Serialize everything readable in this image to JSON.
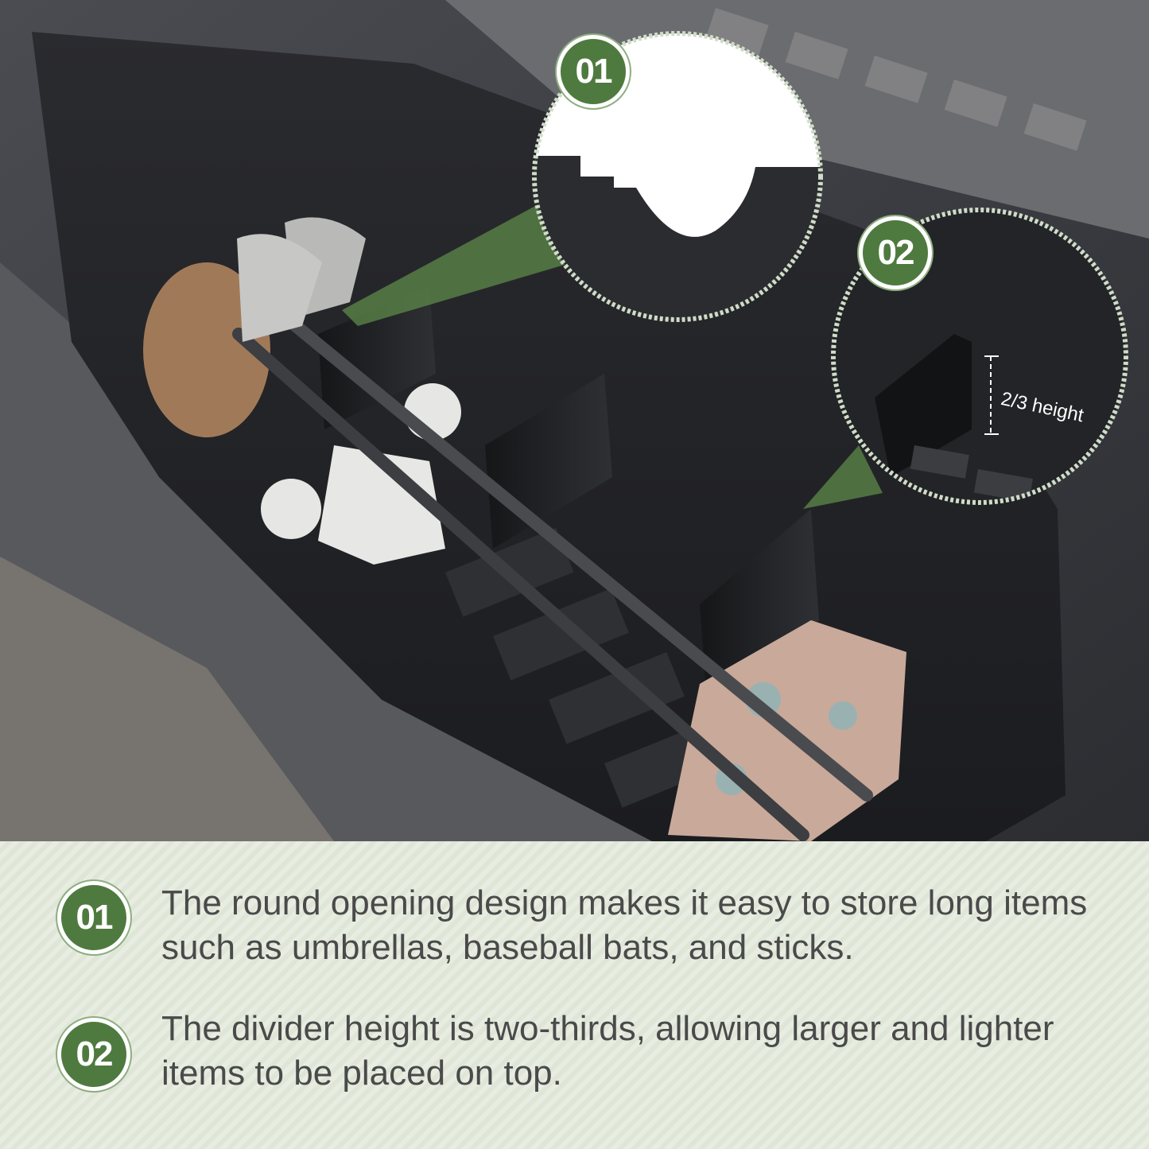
{
  "photo": {
    "callout_1": {
      "number": "01"
    },
    "callout_2": {
      "number": "02",
      "measure_label": "2/3 height"
    }
  },
  "features": [
    {
      "number": "01",
      "text": "The round opening design makes it easy to store long items such as umbrellas, baseball bats, and sticks."
    },
    {
      "number": "02",
      "text": "The divider height is two-thirds, allowing larger and lighter items to be placed on top."
    }
  ],
  "colors": {
    "accent": "#4f7a3f",
    "panel": "#e7ece1",
    "text": "#4a4a4a"
  }
}
